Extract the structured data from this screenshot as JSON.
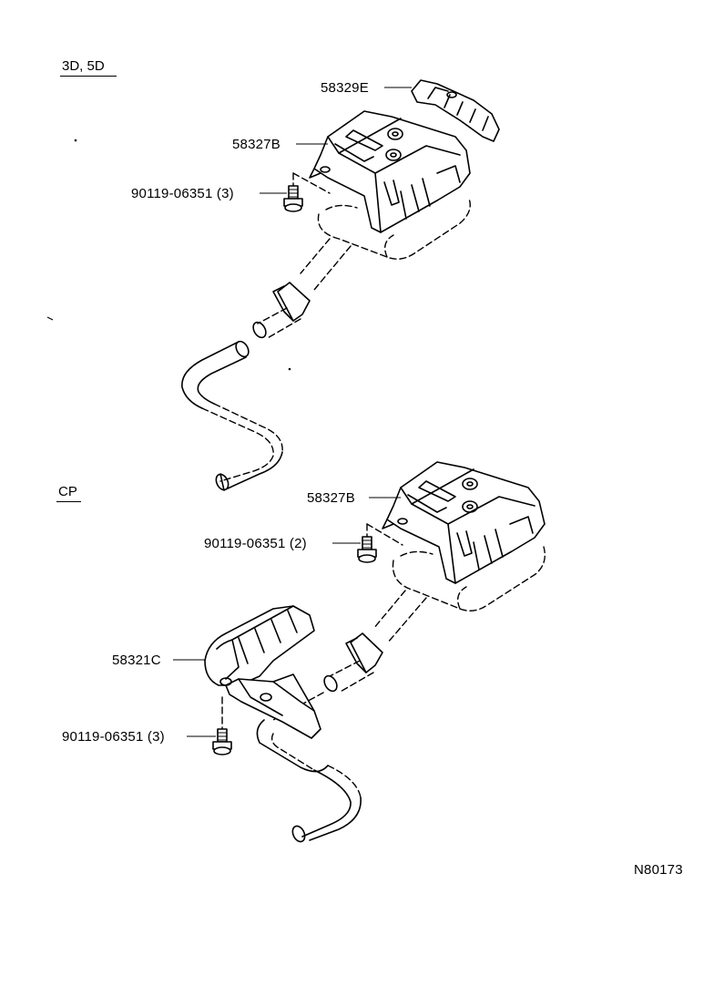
{
  "sections": [
    {
      "id": "top",
      "title": "3D, 5D"
    },
    {
      "id": "bottom",
      "title": "CP"
    }
  ],
  "parts": {
    "top_cover_rear": "58329E",
    "top_heat_insulator": "58327B",
    "top_bolt": "90119-06351 (3)",
    "bottom_heat_insulator": "58327B",
    "bottom_bolt_a": "90119-06351 (2)",
    "bottom_front_insulator": "58321C",
    "bottom_bolt_b": "90119-06351 (3)"
  },
  "diagram_code": "N80173"
}
